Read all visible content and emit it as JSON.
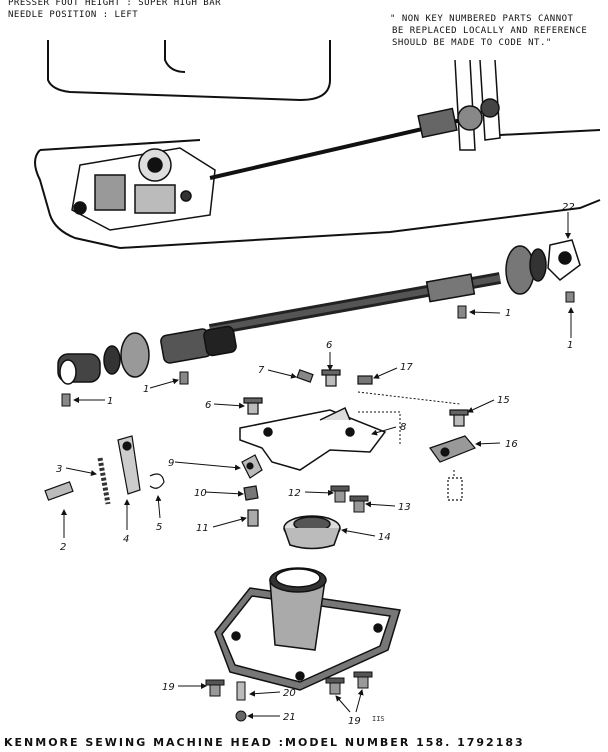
{
  "header": {
    "presser_foot": "PRESSER FOOT HEIGHT : SUPER HIGH BAR",
    "needle_position": "NEEDLE POSITION : LEFT"
  },
  "note": {
    "line1": "\" NON KEY NUMBERED PARTS CANNOT",
    "line2": "BE REPLACED LOCALLY AND REFERENCE",
    "line3": "SHOULD BE MADE TO CODE NT.\""
  },
  "callouts": {
    "c22": "22",
    "c1a": "1",
    "c1b": "1",
    "c1c": "1",
    "c1d": "1",
    "c6a": "6",
    "c7": "7",
    "c17": "17",
    "c6b": "6",
    "c15": "15",
    "c8": "8",
    "c16": "16",
    "c3": "3",
    "c9": "9",
    "c10": "10",
    "c12": "12",
    "c13": "13",
    "c11": "11",
    "c14": "14",
    "c5": "5",
    "c4": "4",
    "c2": "2",
    "c19a": "19",
    "c20": "20",
    "c21": "21",
    "c19b": "19"
  },
  "small_code": "IIS",
  "caption": "KENMORE SEWING MACHINE HEAD :MODEL NUMBER 158. 1792183"
}
